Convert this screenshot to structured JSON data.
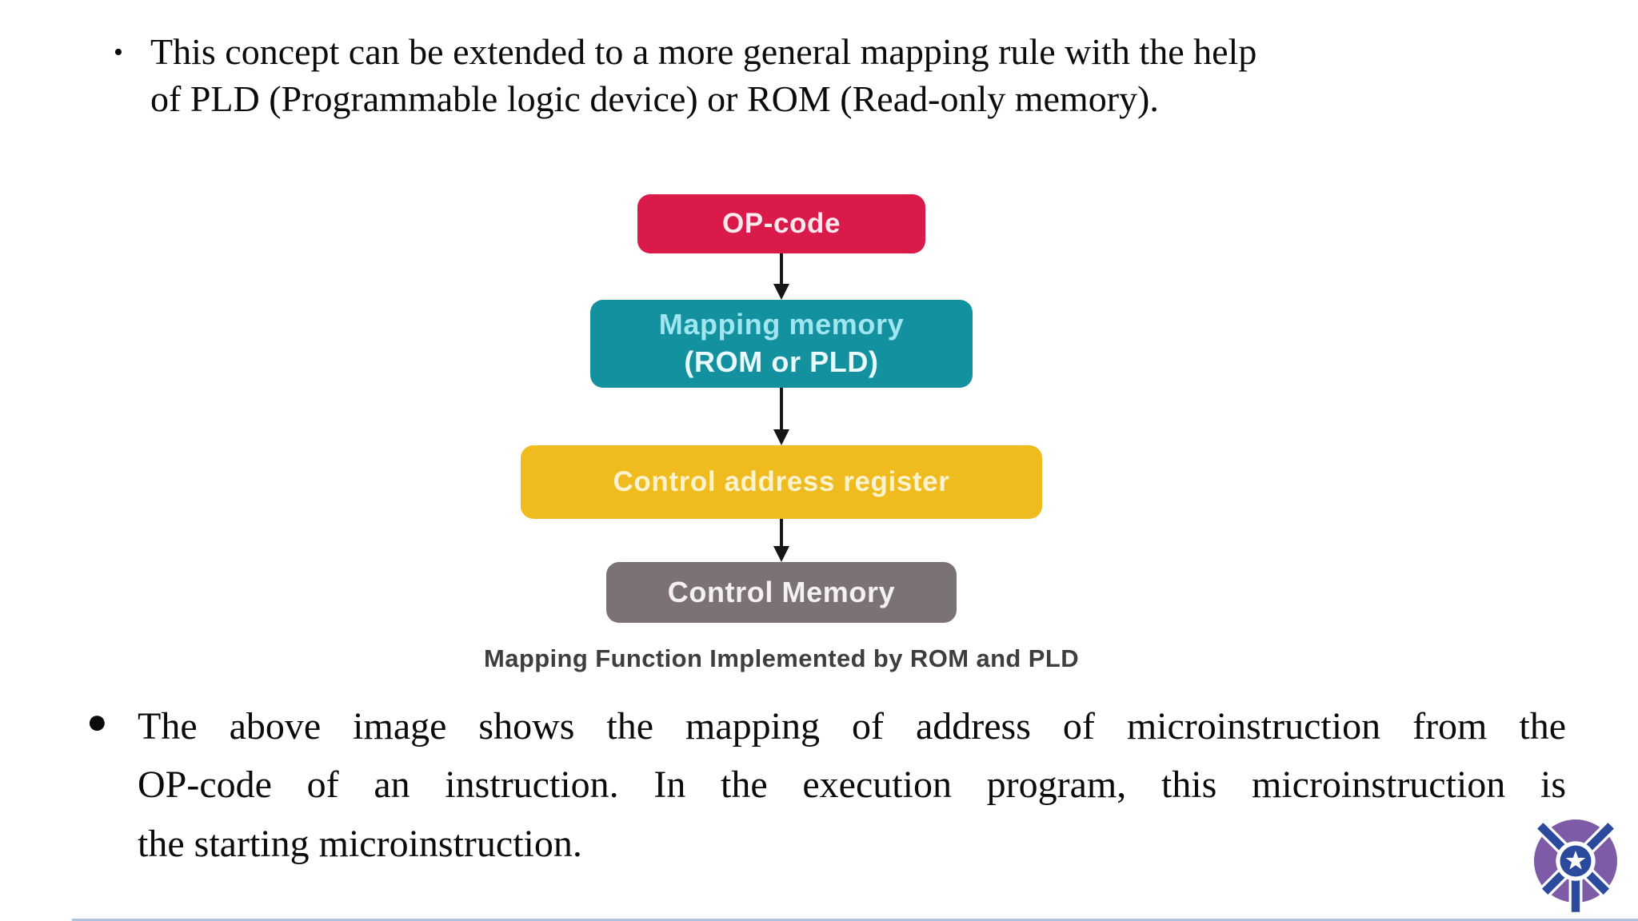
{
  "slide": {
    "background": "#ffffff",
    "body_text_color": "#0b0b0b"
  },
  "bullets": {
    "first": {
      "glyph": "•",
      "line1": "This concept can be extended to a more general mapping rule with the help",
      "line2": "of PLD (Programmable logic device) or ROM (Read-only memory)."
    },
    "second": {
      "glyph": "●",
      "line1": "The above image shows the mapping of address of microinstruction from the",
      "line2": "OP-code of an instruction. In the execution program, this microinstruction is",
      "line3": "the starting microinstruction."
    }
  },
  "diagram": {
    "caption": "Mapping Function Implemented by ROM and PLD",
    "arrow_color": "#161616",
    "nodes": [
      {
        "id": "op-code",
        "label": "OP-code",
        "color": "#db1a4c",
        "text_color": "#ffe9ee"
      },
      {
        "id": "mapping-memory",
        "line1": "Mapping memory",
        "line2": "(ROM or PLD)",
        "color": "#14919f",
        "text_color": "#9fe6f0"
      },
      {
        "id": "control-address-register",
        "label": "Control address register",
        "color": "#efbb1e",
        "text_color": "#fdf3cf"
      },
      {
        "id": "control-memory",
        "label": "Control Memory",
        "color": "#7b7373",
        "text_color": "#f6f1f1"
      }
    ]
  },
  "logo": {
    "name": "college-emblem",
    "purple": "#7d5ba6",
    "blue": "#2b4a9e"
  }
}
